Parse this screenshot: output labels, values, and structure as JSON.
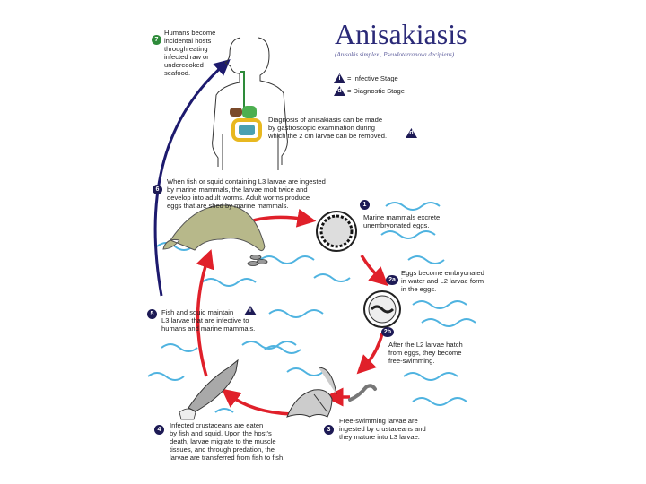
{
  "title": "Anisakiasis",
  "subtitle": "(Anisakis simplex , Pseudoterranova decipiens)",
  "legend": {
    "infective": {
      "symbol": "i",
      "label": "= Infective Stage"
    },
    "diagnostic": {
      "symbol": "d",
      "label": "= Diagnostic Stage"
    }
  },
  "diagnosis": {
    "text": [
      "Diagnosis of anisakiasis can be made",
      "by gastroscopic examination during",
      "which the 2 cm larvae can be removed."
    ],
    "symbol": "d"
  },
  "steps": {
    "s7": {
      "badge": "7",
      "lines": [
        "Humans become",
        "incidental hosts",
        "through eating",
        "infected raw or",
        "undercooked",
        "seafood."
      ]
    },
    "s6": {
      "badge": "6",
      "lines": [
        "When fish or squid containing L3 larvae are ingested",
        "by marine mammals, the larvae molt twice and",
        "develop into adult worms.  Adult worms produce",
        "eggs that are shed by marine mammals."
      ]
    },
    "s1": {
      "badge": "1",
      "lines": [
        "Marine mammals excrete",
        "unembryonated eggs."
      ]
    },
    "s2a": {
      "badge": "2a",
      "lines": [
        "Eggs become embryonated",
        "in water and L2 larvae form",
        "in the eggs."
      ]
    },
    "s2b": {
      "badge": "2b",
      "lines": [
        "After the L2 larvae hatch",
        "from eggs, they become",
        "free-swimming."
      ]
    },
    "s3": {
      "badge": "3",
      "lines": [
        "Free-swimming larvae are",
        "ingested by crustaceans and",
        "they mature into L3 larvae."
      ]
    },
    "s4": {
      "badge": "4",
      "lines": [
        "Infected crustaceans are eaten",
        "by fish and squid.  Upon the host's",
        "death, larvae migrate to the muscle",
        "tissues, and through predation, the",
        "larvae are transferred from fish to fish."
      ]
    },
    "s5": {
      "badge": "5",
      "lines": [
        "Fish and squid maintain",
        "L3 larvae that are infective to",
        "humans and marine mammals."
      ],
      "symbol": "i"
    }
  },
  "colors": {
    "title": "#2b2a78",
    "badge": "#1d1a55",
    "badge_green": "#2e8b3a",
    "red_arrow": "#e0202a",
    "blue_arrow": "#1d1a6e",
    "wave": "#4fb3e0",
    "dolphin": "#b7b88a"
  }
}
